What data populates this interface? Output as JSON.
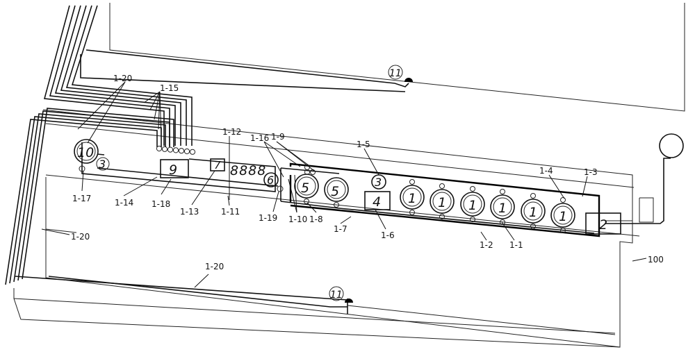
{
  "component_numbers": {
    "n1": "1",
    "n2": "2",
    "n3": "3",
    "n4": "4",
    "n5": "5",
    "n6": "6",
    "n7": "7",
    "n8": "8888",
    "n9": "9",
    "n10": "10",
    "n11": "11"
  },
  "labels": {
    "l1_20": "1-20",
    "l1_15": "1-15",
    "l1_12": "1-12",
    "l1_16": "1-16",
    "l1_9": "1-9",
    "l1_5": "1-5",
    "l1_4": "1-4",
    "l1_3": "1-3",
    "l1_17": "1-17",
    "l1_14": "1-14",
    "l1_18": "1-18",
    "l1_13": "1-13",
    "l1_11": "1-11",
    "l1_19": "1-19",
    "l1_10": "1-10",
    "l1_8": "1-8",
    "l1_7": "1-7",
    "l1_6": "1-6",
    "l1_2": "1-2",
    "l1_1": "1-1",
    "l100": "100"
  }
}
